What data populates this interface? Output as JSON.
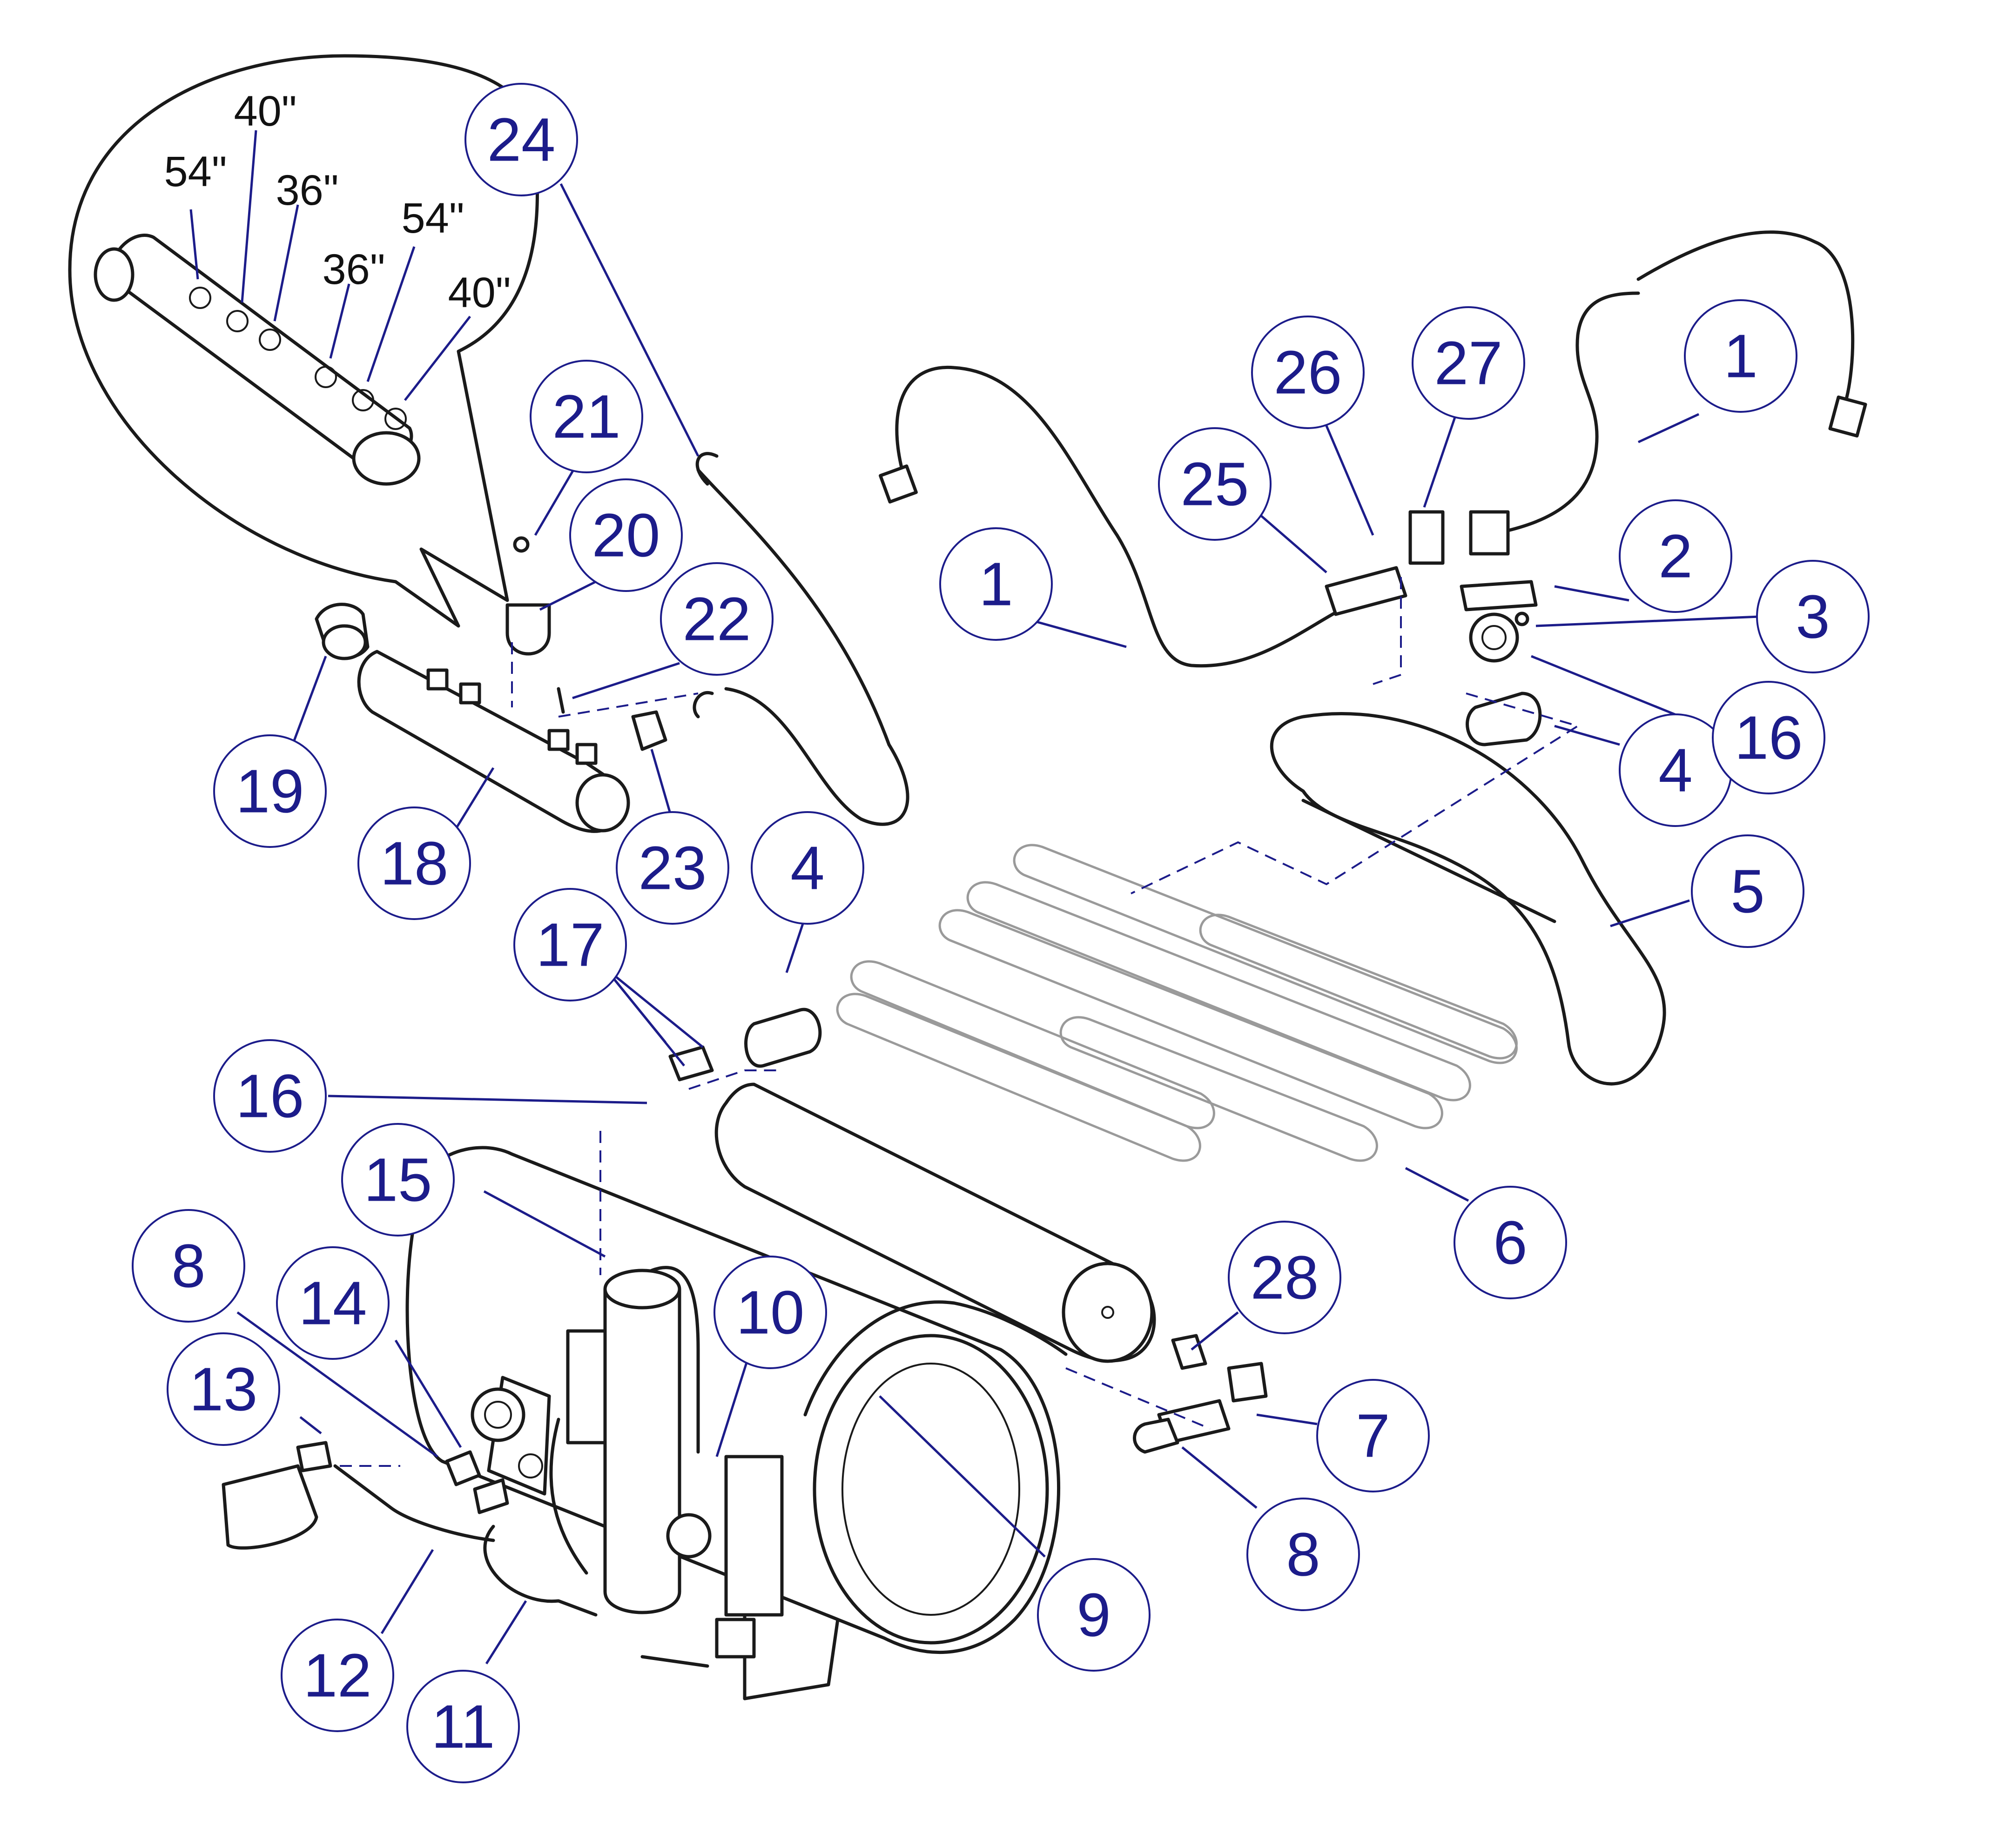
{
  "callouts": [
    {
      "label": "1"
    },
    {
      "label": "1"
    },
    {
      "label": "2"
    },
    {
      "label": "3"
    },
    {
      "label": "4"
    },
    {
      "label": "4"
    },
    {
      "label": "5"
    },
    {
      "label": "6"
    },
    {
      "label": "7"
    },
    {
      "label": "8"
    },
    {
      "label": "8"
    },
    {
      "label": "9"
    },
    {
      "label": "10"
    },
    {
      "label": "11"
    },
    {
      "label": "12"
    },
    {
      "label": "13"
    },
    {
      "label": "14"
    },
    {
      "label": "15"
    },
    {
      "label": "16"
    },
    {
      "label": "16"
    },
    {
      "label": "17"
    },
    {
      "label": "18"
    },
    {
      "label": "19"
    },
    {
      "label": "20"
    },
    {
      "label": "21"
    },
    {
      "label": "22"
    },
    {
      "label": "23"
    },
    {
      "label": "24"
    },
    {
      "label": "25"
    },
    {
      "label": "26"
    },
    {
      "label": "27"
    },
    {
      "label": "28"
    }
  ],
  "detail_lengths": [
    "54\"",
    "40\"",
    "36\"",
    "36\"",
    "54\"",
    "40\""
  ],
  "colors": {
    "callout": "#1c1c8a",
    "line": "#1a1a1a"
  }
}
